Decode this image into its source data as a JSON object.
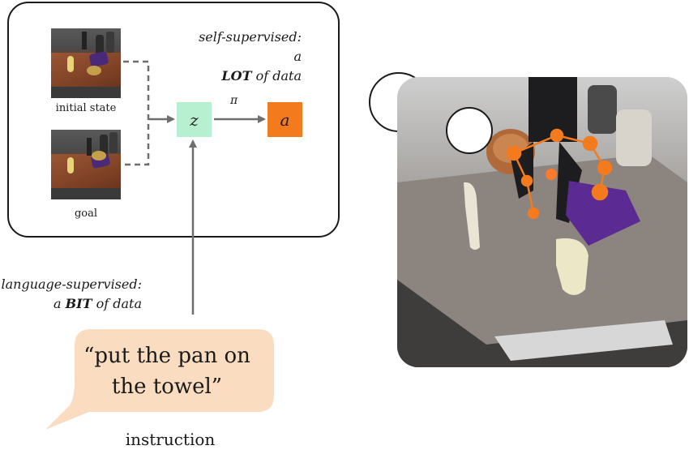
{
  "panel": {
    "initial_state_caption": "initial state",
    "goal_caption": "goal",
    "self_supervised_line1": "self-supervised: a",
    "self_supervised_bold": "LOT",
    "self_supervised_tail": " of data",
    "z_label": "z",
    "pi_label": "π",
    "a_label": "a"
  },
  "language": {
    "line1": "language-supervised:",
    "line2_prefix": "a ",
    "line2_bold": "BIT",
    "line2_tail": " of data"
  },
  "bubble": {
    "line1": "“put the pan on",
    "line2": "the towel”",
    "caption": "instruction"
  },
  "colors": {
    "z_box": "#b6f0d0",
    "a_box": "#f47a1e",
    "bubble": "#fadcc0",
    "keypoint": "#f47a1e",
    "towel": "#5b2a93",
    "arrow": "#6e6e6e"
  }
}
